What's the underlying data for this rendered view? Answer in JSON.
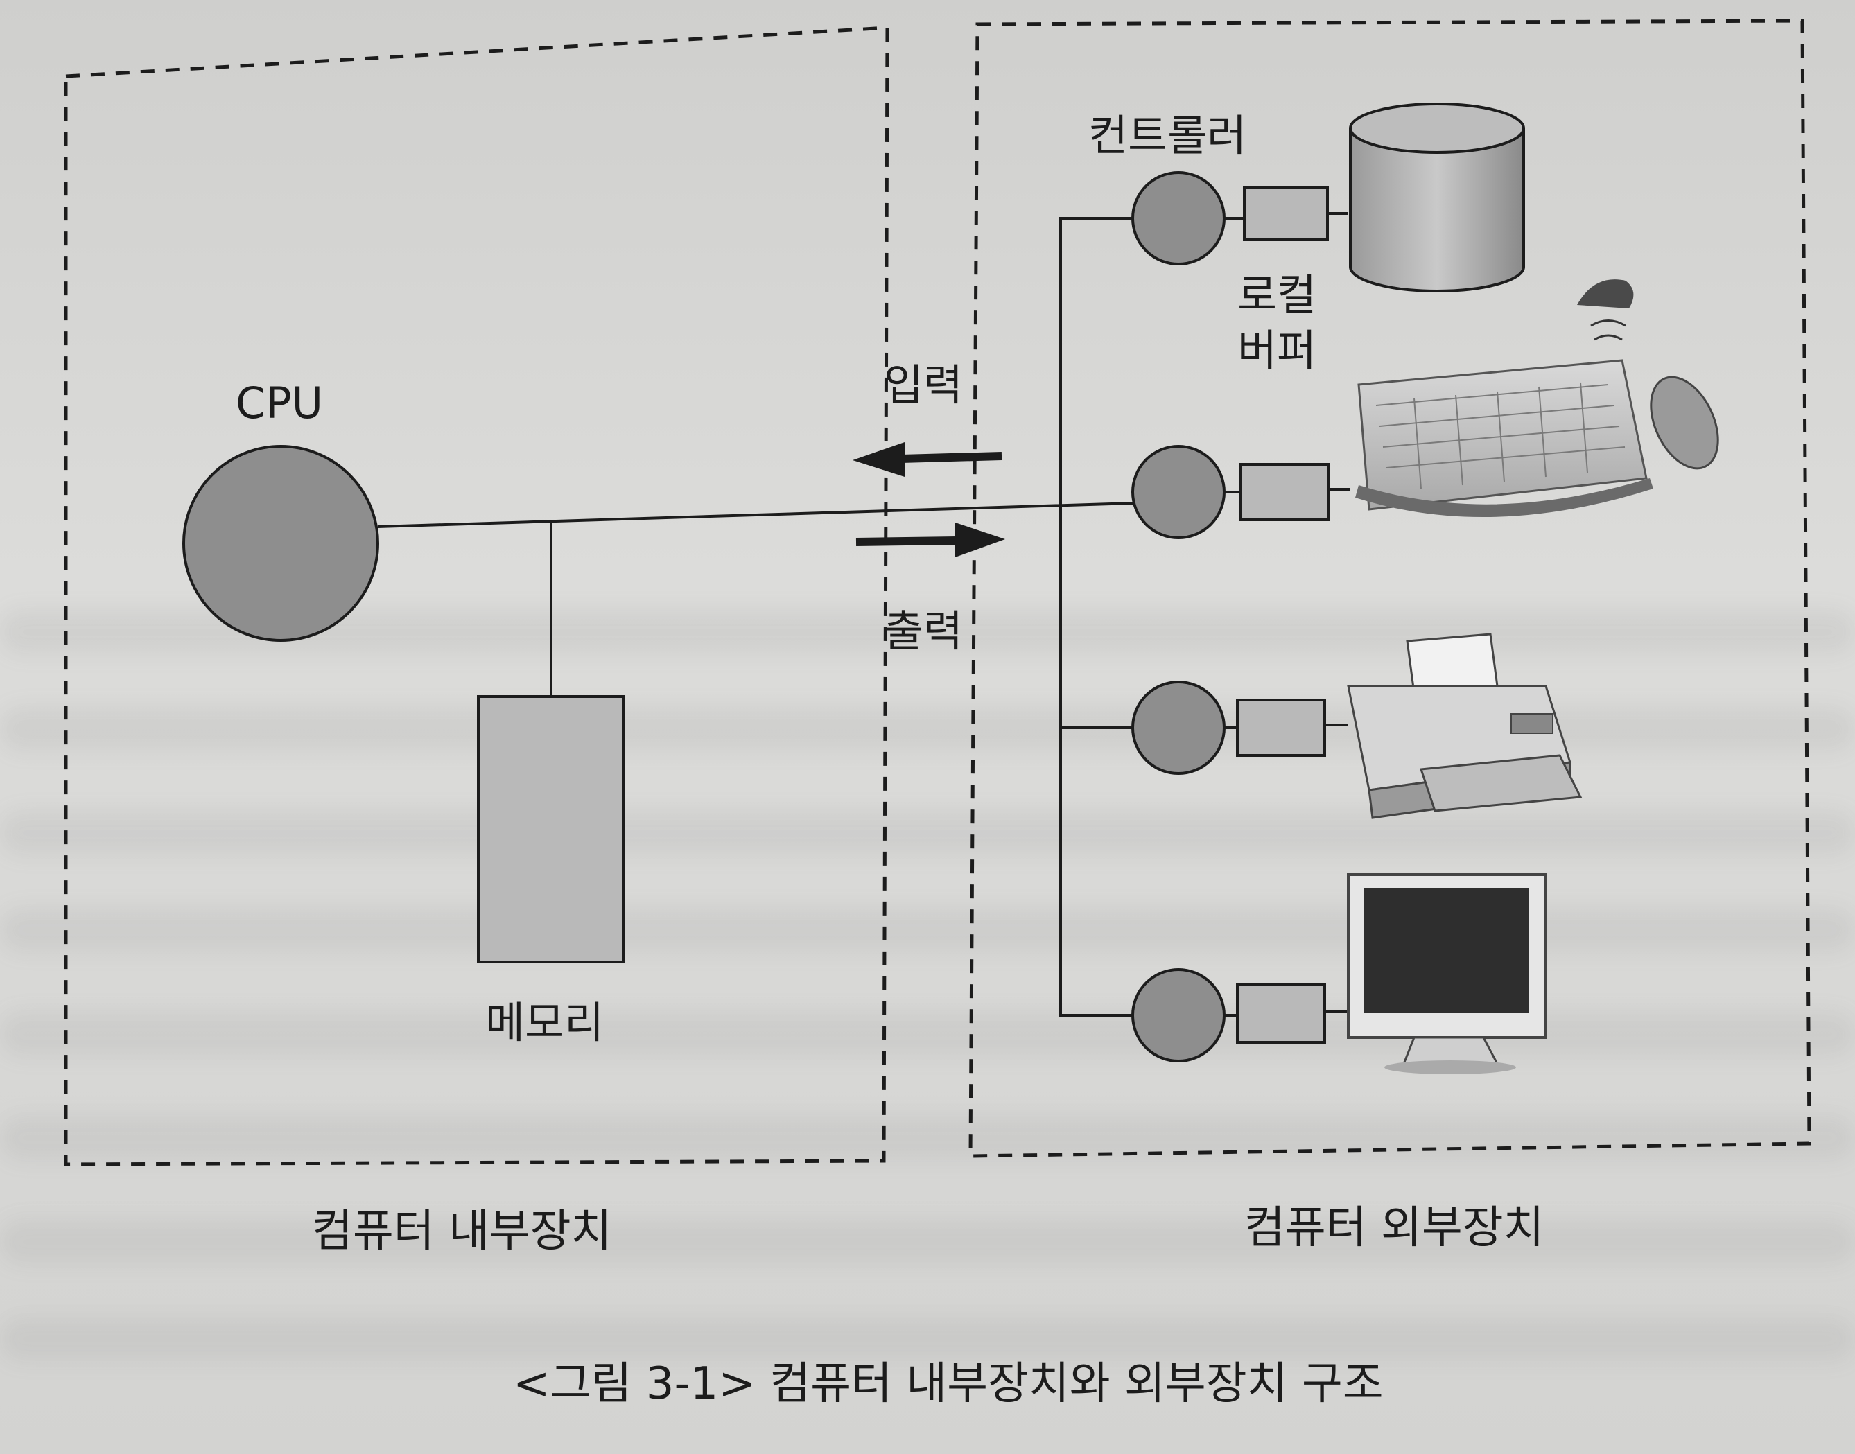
{
  "labels": {
    "cpu": "CPU",
    "memory": "메모리",
    "controller": "컨트롤러",
    "local_buffer_line1": "로컬",
    "local_buffer_line2": "버퍼",
    "input": "입력",
    "output": "출력",
    "internal_devices": "컴퓨터 내부장치",
    "external_devices": "컴퓨터 외부장치",
    "figure_caption": "<그림 3-1> 컴퓨터 내부장치와 외부장치 구조"
  },
  "devices": [
    {
      "name": "hard-disk"
    },
    {
      "name": "keyboard-mouse"
    },
    {
      "name": "printer"
    },
    {
      "name": "monitor"
    }
  ],
  "colors": {
    "node_fill": "#8e8e8e",
    "buffer_fill": "#b9b9b9",
    "line": "#1c1c1c",
    "background": "#d6d6d4"
  }
}
